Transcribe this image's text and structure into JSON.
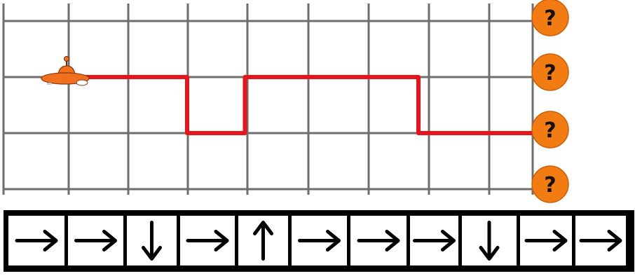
{
  "colors": {
    "grid_line": "#6e6e6e",
    "path": "#e8141c",
    "marker": "#f27c12",
    "ship": "#f0701e"
  },
  "grid": {
    "columns": 9,
    "rows": 3
  },
  "ship_icon": "ufo-icon",
  "path_moves": [
    "right",
    "right",
    "down",
    "right",
    "up",
    "right",
    "right",
    "right",
    "down",
    "right",
    "right"
  ],
  "destinations": [
    {
      "label": "?",
      "icon": "question-marker-icon"
    },
    {
      "label": "?",
      "icon": "question-marker-icon"
    },
    {
      "label": "?",
      "icon": "question-marker-icon"
    },
    {
      "label": "?",
      "icon": "question-marker-icon"
    }
  ],
  "instructions": [
    {
      "direction": "right",
      "icon": "arrow-right-icon"
    },
    {
      "direction": "right",
      "icon": "arrow-right-icon"
    },
    {
      "direction": "down",
      "icon": "arrow-down-icon"
    },
    {
      "direction": "right",
      "icon": "arrow-right-icon"
    },
    {
      "direction": "up",
      "icon": "arrow-up-icon"
    },
    {
      "direction": "right",
      "icon": "arrow-right-icon"
    },
    {
      "direction": "right",
      "icon": "arrow-right-icon"
    },
    {
      "direction": "right",
      "icon": "arrow-right-icon"
    },
    {
      "direction": "down",
      "icon": "arrow-down-icon"
    },
    {
      "direction": "right",
      "icon": "arrow-right-icon"
    },
    {
      "direction": "right",
      "icon": "arrow-right-icon"
    }
  ]
}
